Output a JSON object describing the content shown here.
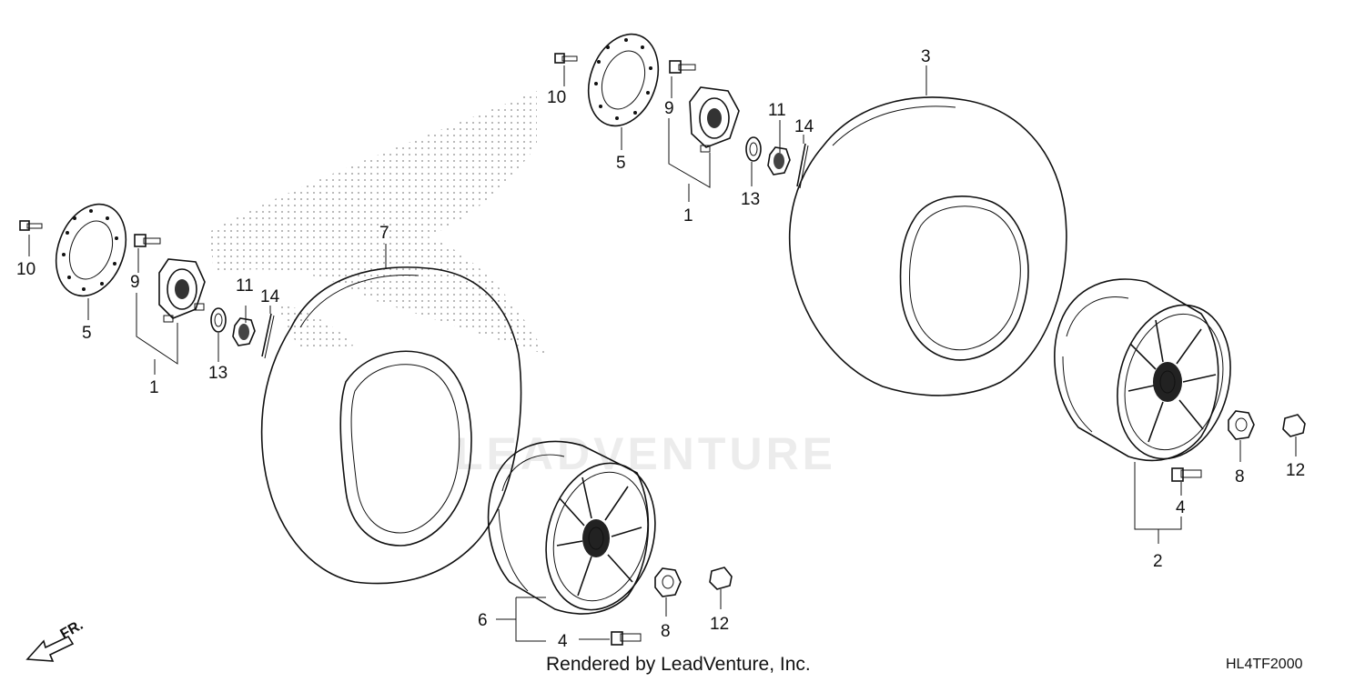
{
  "diagram": {
    "watermark": "LEADVENTURE",
    "footer": {
      "credit": "Rendered by LeadVenture, Inc.",
      "code": "HL4TF2000"
    },
    "direction_label": "FR.",
    "callouts": {
      "c1a": "1",
      "c1b": "1",
      "c2": "2",
      "c3": "3",
      "c4a": "4",
      "c4b": "4",
      "c5a": "5",
      "c5b": "5",
      "c6": "6",
      "c7": "7",
      "c8a": "8",
      "c8b": "8",
      "c9a": "9",
      "c9b": "9",
      "c10a": "10",
      "c10b": "10",
      "c11a": "11",
      "c11b": "11",
      "c12a": "12",
      "c12b": "12",
      "c13a": "13",
      "c13b": "13",
      "c14a": "14",
      "c14b": "14"
    }
  }
}
